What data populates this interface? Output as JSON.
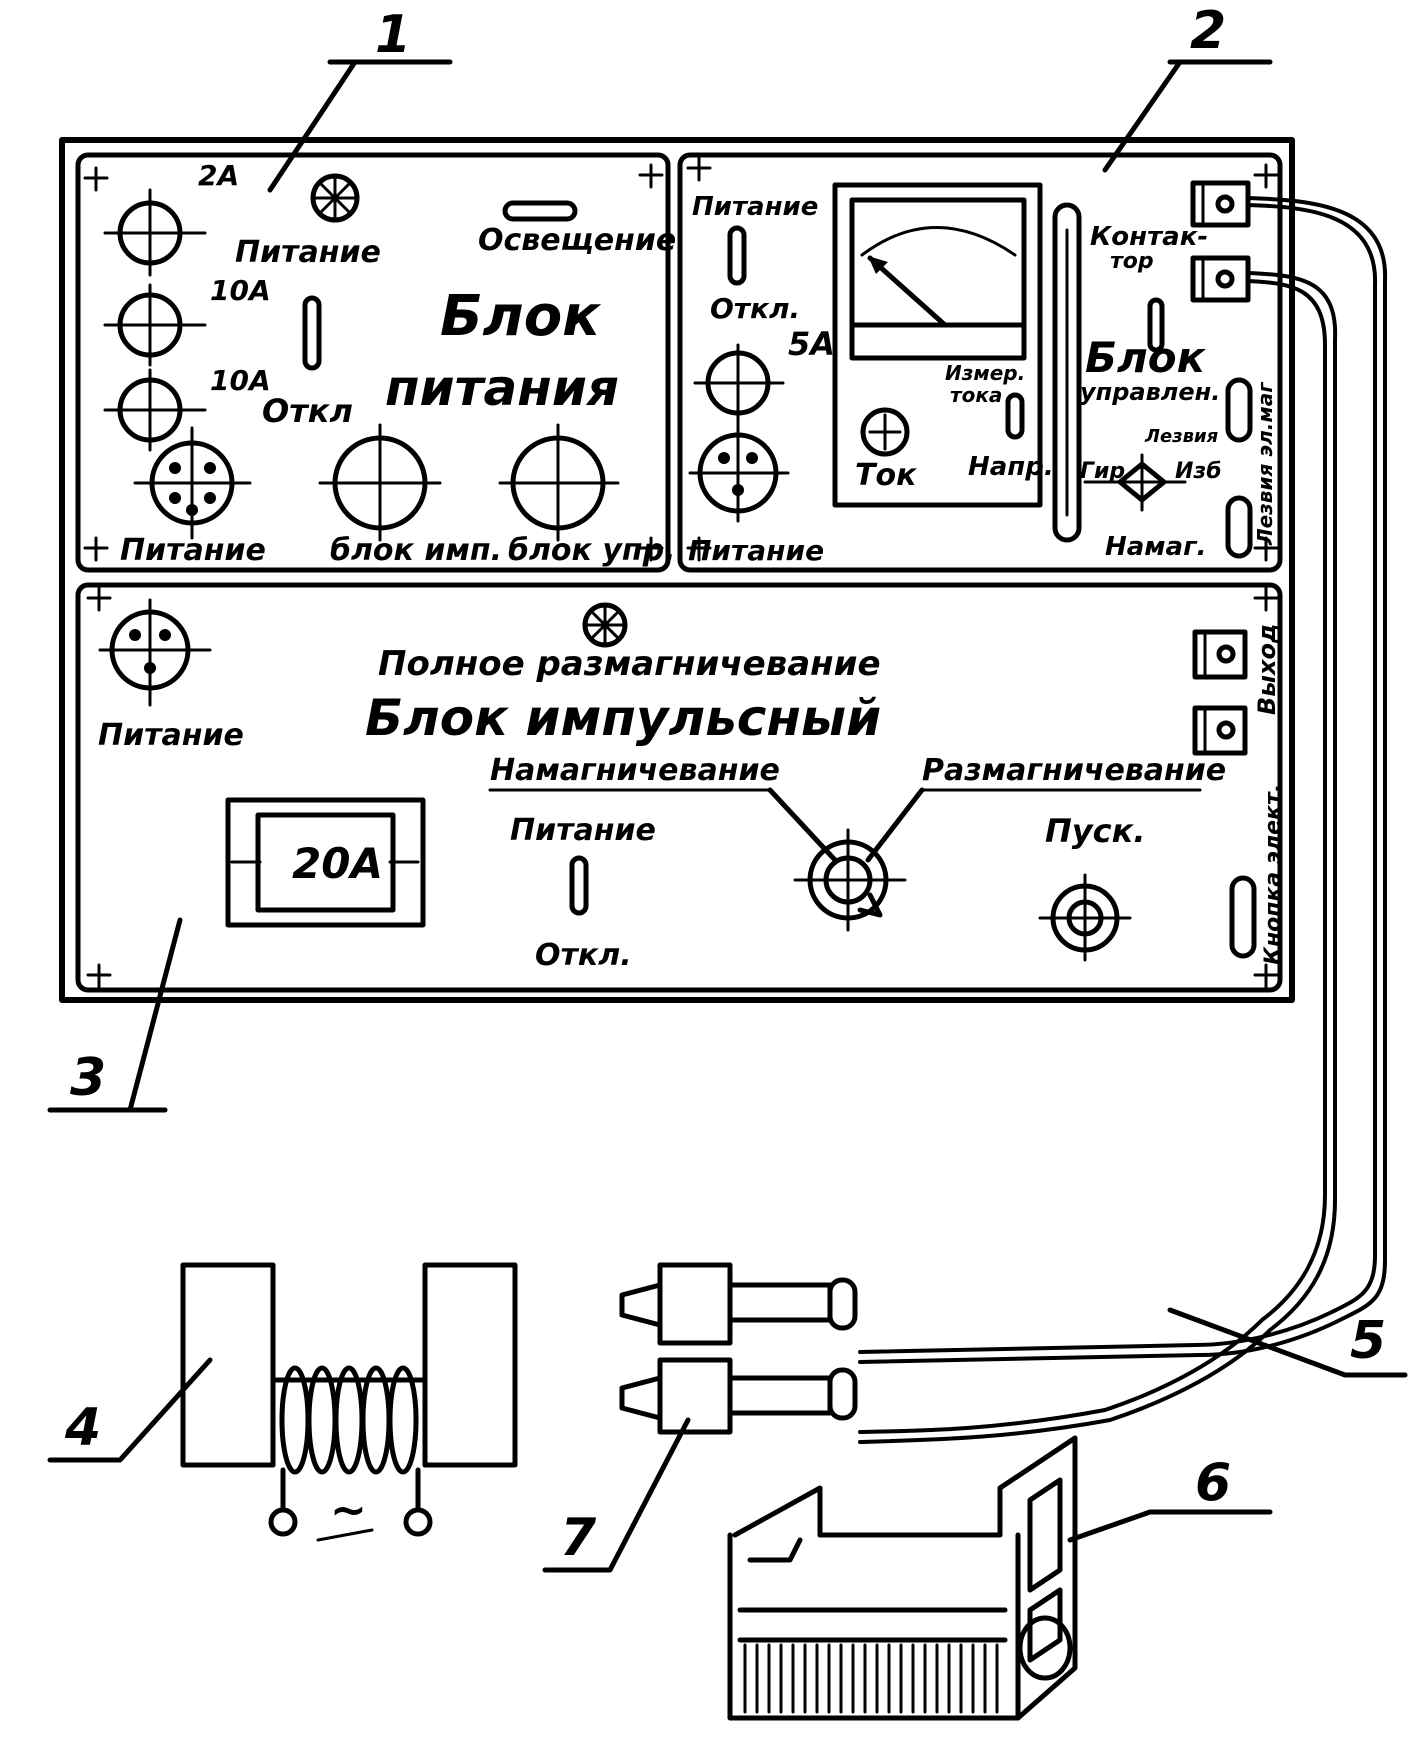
{
  "callouts": {
    "n1": "1",
    "n2": "2",
    "n3": "3",
    "n4": "4",
    "n5": "5",
    "n6": "6",
    "n7": "7"
  },
  "power_block": {
    "title_1": "Блок",
    "title_2": "питания",
    "fuse_2a": "2A",
    "fuse_10a_1": "10A",
    "fuse_10a_2": "10A",
    "power_label": "Питание",
    "off_label": "Откл",
    "lighting_label": "Освещение",
    "conn_power": "Питание",
    "conn_pulse": "блок имп.",
    "conn_control": "блок упр."
  },
  "control_block": {
    "power_label": "Питание",
    "off_label": "Откл.",
    "fuse_5a": "5А",
    "title_1": "Блок",
    "title_2": "управлен.",
    "contactor_1": "Контак-",
    "contactor_2": "тор",
    "measure_1": "Измер.",
    "measure_2": "тока",
    "voltage_label": "Напр.",
    "current_label": "Ток",
    "mode_left": "Гир",
    "mode_right": "Изб",
    "mode_top": "Лезвия",
    "magnet_label": "Намаг.",
    "side_label": "Лезвия эл.маг"
  },
  "pulse_block": {
    "title": "Блок импульсный",
    "full_demag": "Полное размагничевание",
    "power_label": "Питание",
    "fuse_20a": "20A",
    "switch_power": "Питание",
    "switch_off": "Откл.",
    "magnetize": "Намагничевание",
    "demagnetize": "Размагничевание",
    "start": "Пуск.",
    "output_label": "Выход",
    "button_label": "Кнопка элект."
  },
  "coil": {
    "ac_symbol": "~"
  }
}
